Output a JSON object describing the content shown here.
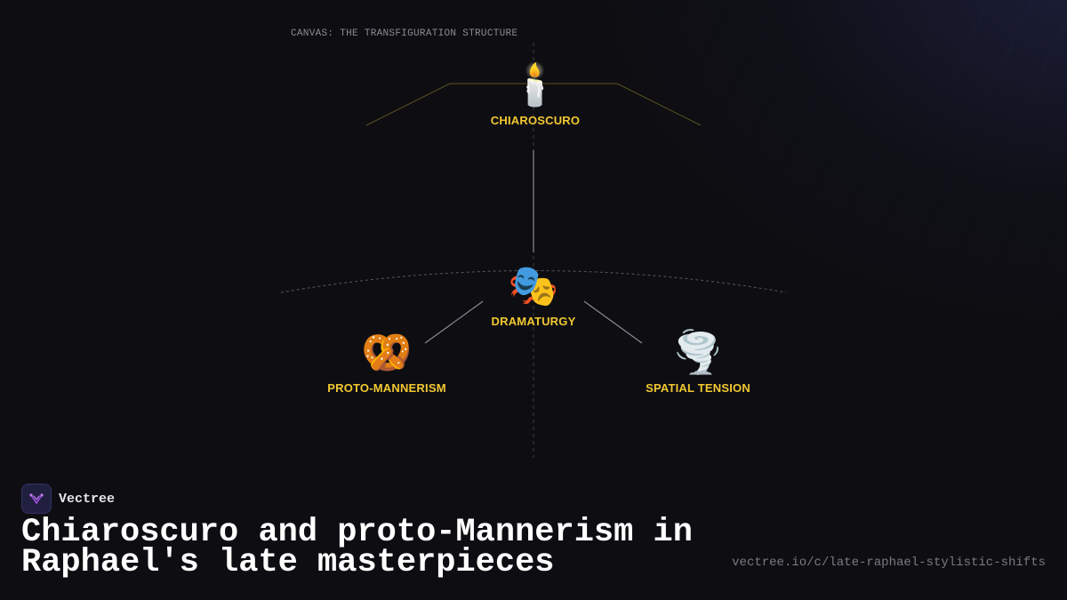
{
  "canvas": {
    "label": "CANVAS: THE TRANSFIGURATION STRUCTURE"
  },
  "nodes": [
    {
      "id": "chiaroscuro",
      "icon": "candle-icon",
      "emoji": "🕯️",
      "label": "CHIAROSCURO"
    },
    {
      "id": "dramaturgy",
      "icon": "performing-arts-icon",
      "emoji": "🎭",
      "label": "DRAMATURGY"
    },
    {
      "id": "proto-mannerism",
      "icon": "pretzel-icon",
      "emoji": "🥨",
      "label": "PROTO-MANNERISM"
    },
    {
      "id": "spatial-tension",
      "icon": "tornado-icon",
      "emoji": "🌪️",
      "label": "SPATIAL TENSION"
    }
  ],
  "edges": [
    {
      "from": "chiaroscuro",
      "to": "dramaturgy"
    },
    {
      "from": "dramaturgy",
      "to": "proto-mannerism"
    },
    {
      "from": "dramaturgy",
      "to": "spatial-tension"
    }
  ],
  "brand": {
    "name": "Vectree",
    "logo_icon": "vectree-logo-icon"
  },
  "footer": {
    "title": "Chiaroscuro and proto-Mannerism in Raphael's late masterpieces",
    "url": "vectree.io/c/late-raphael-stylistic-shifts"
  },
  "colors": {
    "background": "#0e0e12",
    "node_label": "#f2c832",
    "title": "#ffffff",
    "muted": "#7a7a82",
    "accent_line": "#5a5320",
    "logo_bg": "#211f3f",
    "logo_mark": "#9b4de0"
  }
}
